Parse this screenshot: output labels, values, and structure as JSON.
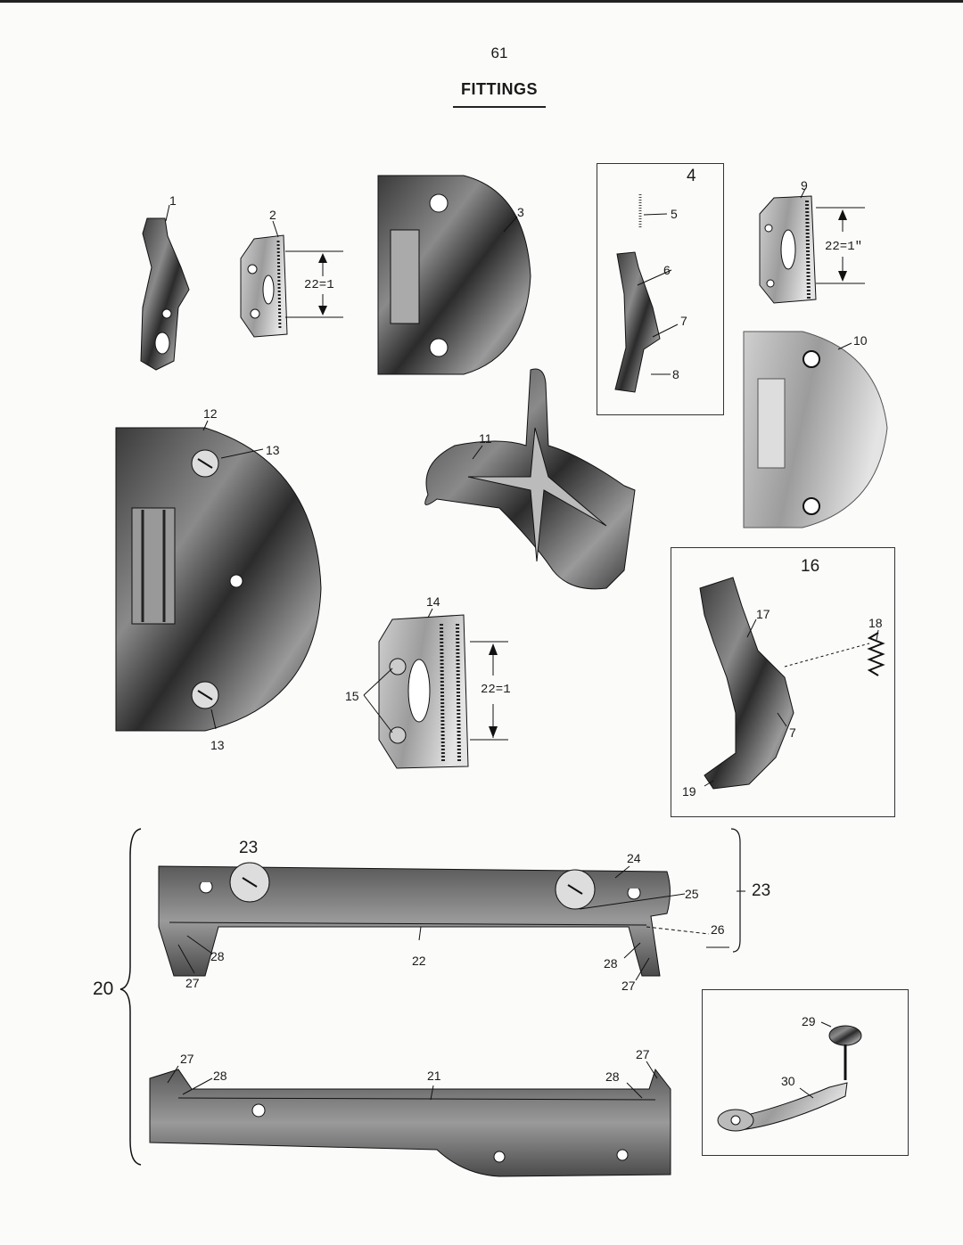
{
  "page": {
    "number": "61",
    "title": "FITTINGS"
  },
  "labels": {
    "l1": "1",
    "l2": "2",
    "l3": "3",
    "l4": "4",
    "l5": "5",
    "l6": "6",
    "l7a": "7",
    "l8": "8",
    "l9": "9",
    "l10": "10",
    "l11": "11",
    "l12": "12",
    "l13a": "13",
    "l13b": "13",
    "l14": "14",
    "l15": "15",
    "l16": "16",
    "l17": "17",
    "l18": "18",
    "l7b": "7",
    "l19": "19",
    "l20": "20",
    "l21": "21",
    "l22": "22",
    "l23a": "23",
    "l23b": "23",
    "l24": "24",
    "l25": "25",
    "l26": "26",
    "l27a": "27",
    "l27b": "27",
    "l27c": "27",
    "l27d": "27",
    "l28a": "28",
    "l28b": "28",
    "l28c": "28",
    "l28d": "28",
    "l29": "29",
    "l30": "30"
  },
  "dimensions": {
    "d2": "22=1",
    "d9": "22=1\"",
    "d14": "22=1"
  }
}
